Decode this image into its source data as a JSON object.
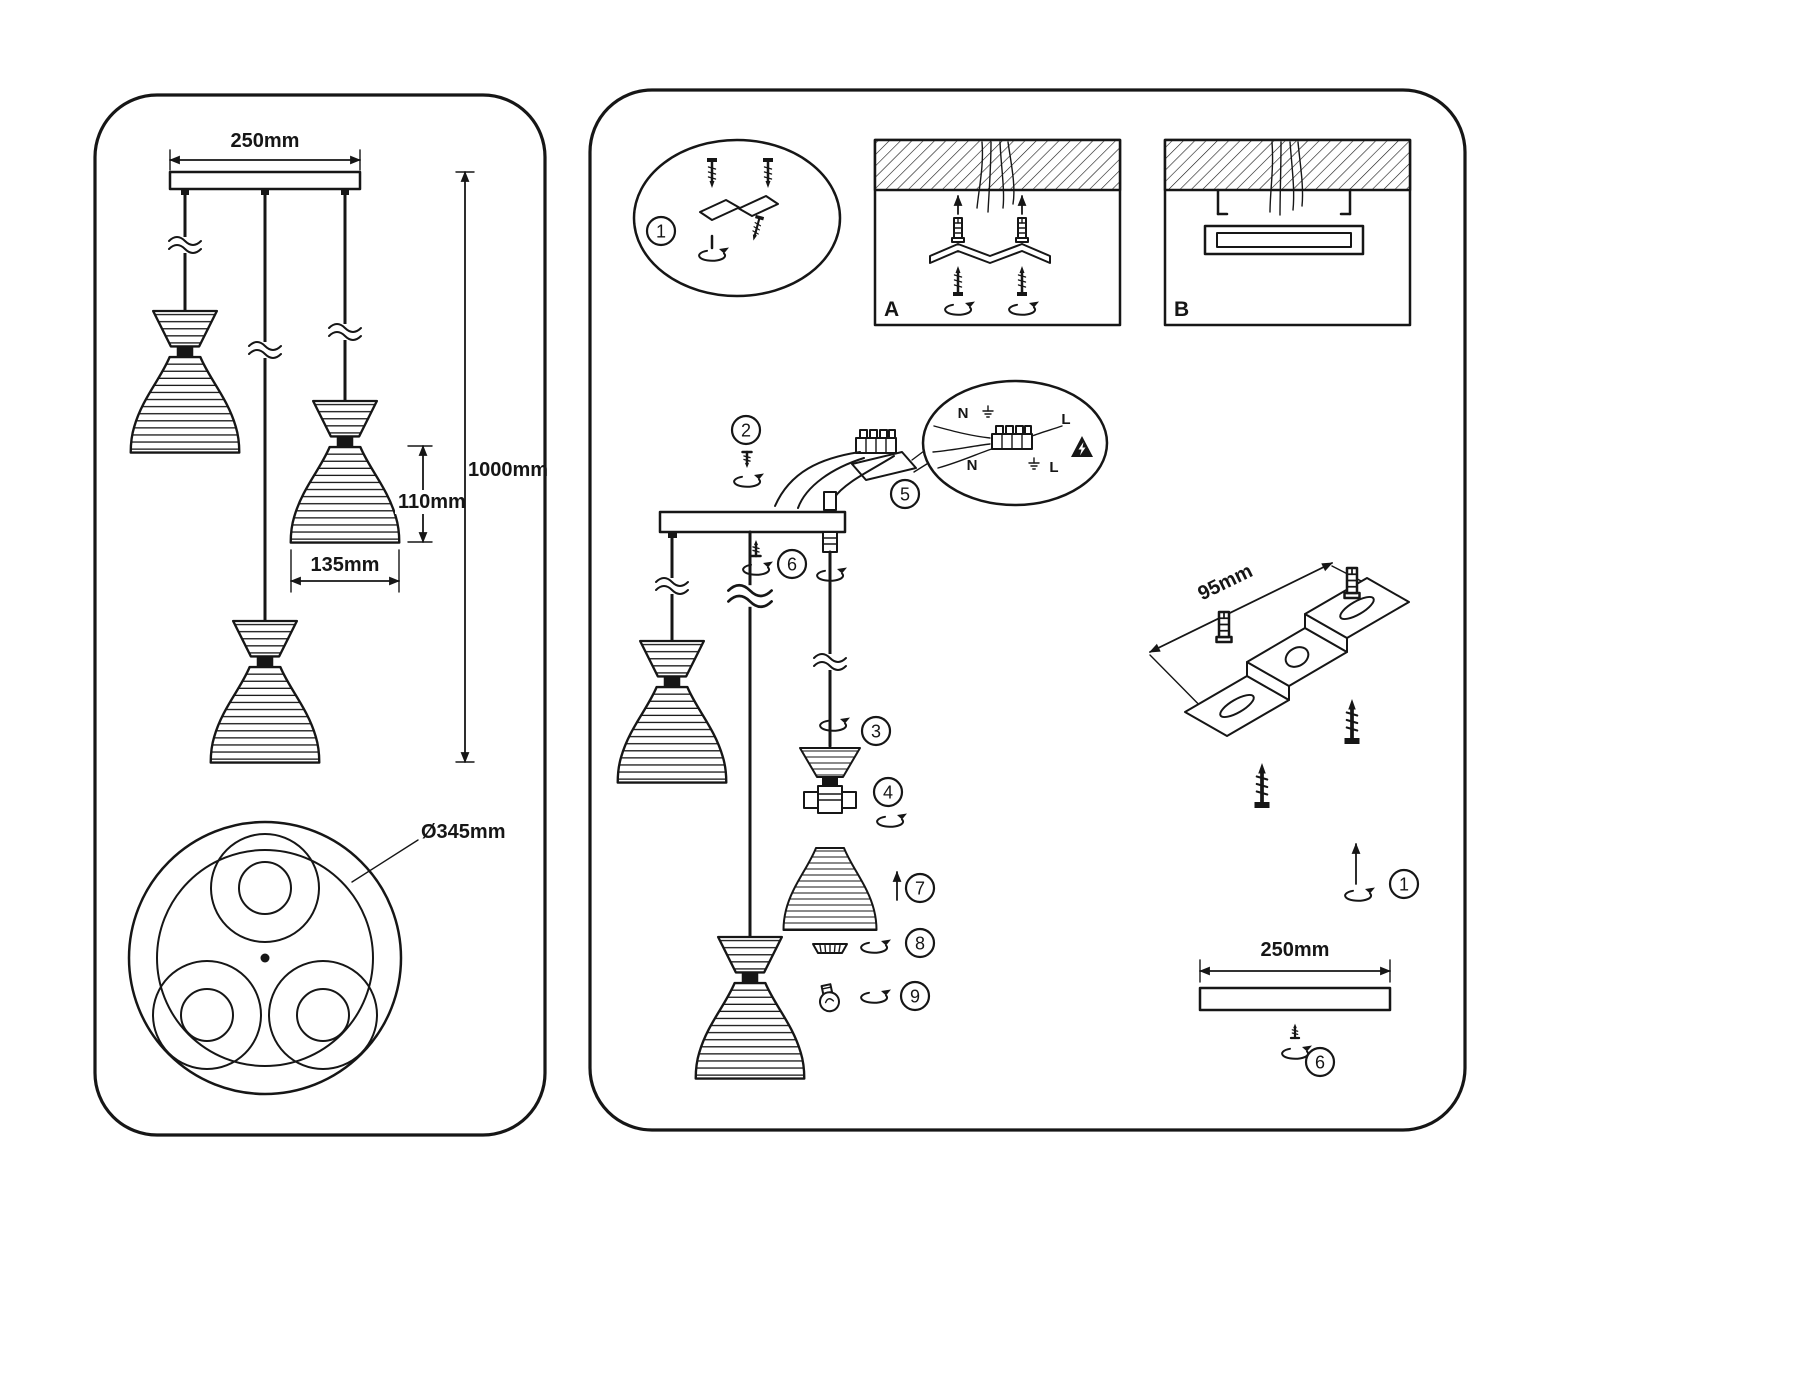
{
  "left_panel": {
    "dim_bar_width": "250mm",
    "dim_drop_height": "1000mm",
    "dim_shade_height": "110mm",
    "dim_shade_width": "135mm",
    "dim_base_diameter": "Ø345mm"
  },
  "right_panel": {
    "mount_option_a": "A",
    "mount_option_b": "B",
    "wiring": {
      "n1": "N",
      "l1": "L",
      "n2": "N",
      "l2": "L"
    },
    "dim_bracket": "95mm",
    "dim_canopy": "250mm",
    "bracket_step": "1",
    "canopy_step": "6",
    "steps": {
      "1": "1",
      "2": "2",
      "3": "3",
      "4": "4",
      "5": "5",
      "6": "6",
      "7": "7",
      "8": "8",
      "9": "9"
    }
  }
}
